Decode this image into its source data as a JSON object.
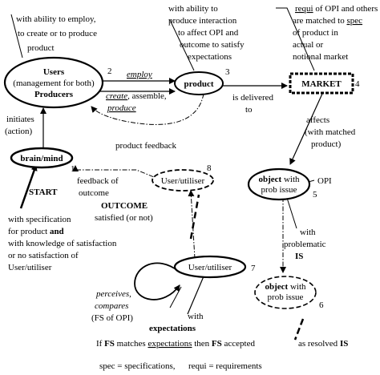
{
  "annotations": {
    "users_top": [
      "with ability to employ,",
      "to create or to produce",
      "product"
    ],
    "product_top": [
      "with ability to",
      "produce interaction",
      "to affect OPI and",
      "outcome to satisfy",
      "expectations"
    ],
    "market_top": {
      "line1_a": "requi",
      "line1_b": " of OPI and others",
      "line2_a": "are matched to ",
      "line2_b": "spec",
      "line3": "of product in",
      "line4": "actual or",
      "line5": "notional market"
    },
    "initiates": [
      "initiates",
      "(action)"
    ],
    "product_feedback": "product feedback",
    "is_delivered": [
      "is delivered",
      "to"
    ],
    "affects": [
      "affects",
      "(with matched",
      "product)"
    ],
    "feedback_outcome": [
      "feedback of",
      "outcome"
    ],
    "outcome_title": "OUTCOME",
    "outcome_sub": "satisfied (or not)",
    "start": "START",
    "start_desc": {
      "l1": "with specification",
      "l2a": "for product ",
      "l2b": "and",
      "l3": "with knowledge of satisfaction",
      "l4": "or no satisfaction of",
      "l5": "User/utiliser"
    },
    "opi": "OPI",
    "problematic": [
      "with",
      "problematic",
      "IS"
    ],
    "perceives": [
      "perceives,",
      "compares",
      "(FS of OPI)"
    ],
    "with_expectations": [
      "with",
      "expectations"
    ],
    "if_line": {
      "p1": "If ",
      "p2": "FS",
      "p3": " matches ",
      "p4": "expectations",
      "p5": " then ",
      "p6": "FS",
      "p7": " accepted"
    },
    "as_resolved": {
      "p1": "as resolved ",
      "p2": "IS"
    },
    "legend": "spec = specifications,      requi = requirements"
  },
  "nodes": {
    "users": {
      "line1": "Users",
      "line2": "(management for both)",
      "line3": "Producers",
      "num": "2"
    },
    "product": {
      "label": "product",
      "num": "3"
    },
    "market": {
      "label": "MARKET",
      "num": "4"
    },
    "brain": {
      "label": "brain/mind",
      "num": "1"
    },
    "user_top": {
      "label": "User/utiliser",
      "num": "8"
    },
    "user_bottom": {
      "label": "User/utiliser",
      "num": "7"
    },
    "object_top": {
      "bold": "object",
      "rest": " with",
      "line2": "prob issue",
      "num": "5"
    },
    "object_bottom": {
      "bold": "object",
      "rest": " with",
      "line2": "prob issue",
      "num": "6"
    }
  },
  "arrows": {
    "employ": "employ",
    "create": "create",
    "create_rest": ", assemble,",
    "produce": "produce"
  }
}
